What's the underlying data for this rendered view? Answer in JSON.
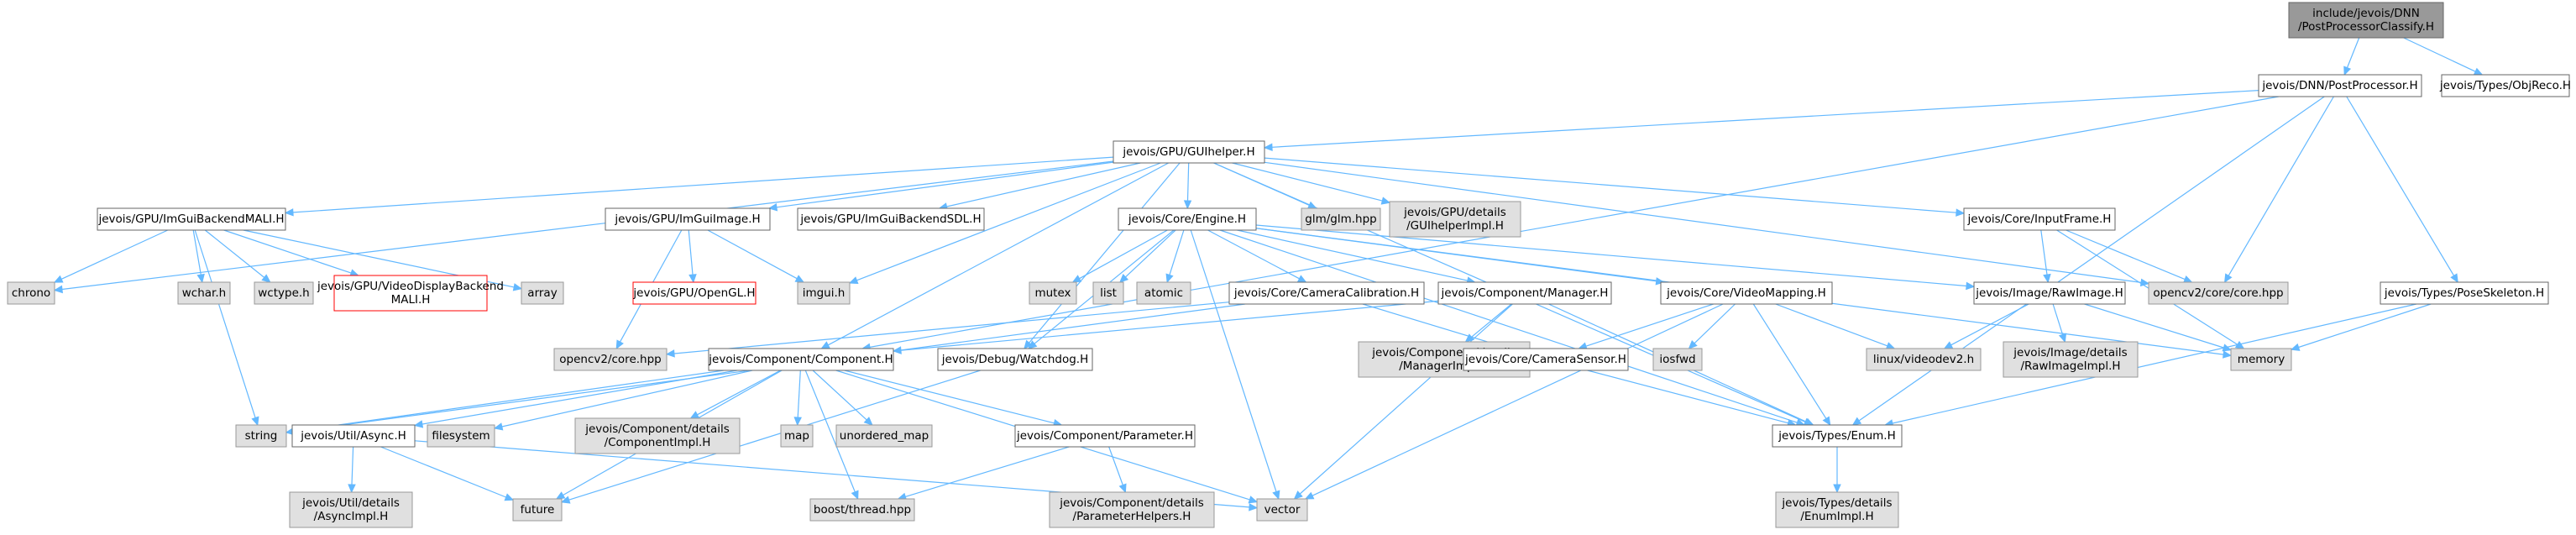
{
  "nodes": [
    {
      "id": "root",
      "lines": [
        "include/jevois/DNN",
        "/PostProcessorClassify.H"
      ],
      "kind": "root"
    },
    {
      "id": "postproc",
      "lines": [
        "jevois/DNN/PostProcessor.H"
      ],
      "kind": "plain"
    },
    {
      "id": "objreco",
      "lines": [
        "jevois/Types/ObjReco.H"
      ],
      "kind": "plain"
    },
    {
      "id": "guihelper",
      "lines": [
        "jevois/GPU/GUIhelper.H"
      ],
      "kind": "plain"
    },
    {
      "id": "imguimali",
      "lines": [
        "jevois/GPU/ImGuiBackendMALI.H"
      ],
      "kind": "plain"
    },
    {
      "id": "imguiimage",
      "lines": [
        "jevois/GPU/ImGuiImage.H"
      ],
      "kind": "plain"
    },
    {
      "id": "imguisdl",
      "lines": [
        "jevois/GPU/ImGuiBackendSDL.H"
      ],
      "kind": "plain"
    },
    {
      "id": "engine",
      "lines": [
        "jevois/Core/Engine.H"
      ],
      "kind": "plain"
    },
    {
      "id": "glm",
      "lines": [
        "glm/glm.hpp"
      ],
      "kind": "ext"
    },
    {
      "id": "guiimpl",
      "lines": [
        "jevois/GPU/details",
        "/GUIhelperImpl.H"
      ],
      "kind": "ext"
    },
    {
      "id": "inputframe",
      "lines": [
        "jevois/Core/InputFrame.H"
      ],
      "kind": "plain"
    },
    {
      "id": "chrono",
      "lines": [
        "chrono"
      ],
      "kind": "ext"
    },
    {
      "id": "wchar",
      "lines": [
        "wchar.h"
      ],
      "kind": "ext"
    },
    {
      "id": "wctype",
      "lines": [
        "wctype.h"
      ],
      "kind": "ext"
    },
    {
      "id": "vdbmali",
      "lines": [
        "jevois/GPU/VideoDisplayBackend",
        "MALI.H"
      ],
      "kind": "missing"
    },
    {
      "id": "array",
      "lines": [
        "array"
      ],
      "kind": "ext"
    },
    {
      "id": "opengl",
      "lines": [
        "jevois/GPU/OpenGL.H"
      ],
      "kind": "missing"
    },
    {
      "id": "imguih",
      "lines": [
        "imgui.h"
      ],
      "kind": "ext"
    },
    {
      "id": "mutex",
      "lines": [
        "mutex"
      ],
      "kind": "ext"
    },
    {
      "id": "list",
      "lines": [
        "list"
      ],
      "kind": "ext"
    },
    {
      "id": "atomic",
      "lines": [
        "atomic"
      ],
      "kind": "ext"
    },
    {
      "id": "camcalib",
      "lines": [
        "jevois/Core/CameraCalibration.H"
      ],
      "kind": "plain"
    },
    {
      "id": "manager",
      "lines": [
        "jevois/Component/Manager.H"
      ],
      "kind": "plain"
    },
    {
      "id": "videomap",
      "lines": [
        "jevois/Core/VideoMapping.H"
      ],
      "kind": "plain"
    },
    {
      "id": "rawimage",
      "lines": [
        "jevois/Image/RawImage.H"
      ],
      "kind": "plain"
    },
    {
      "id": "cvcore",
      "lines": [
        "opencv2/core/core.hpp"
      ],
      "kind": "ext"
    },
    {
      "id": "poseskel",
      "lines": [
        "jevois/Types/PoseSkeleton.H"
      ],
      "kind": "plain"
    },
    {
      "id": "cvcorehpp",
      "lines": [
        "opencv2/core.hpp"
      ],
      "kind": "ext"
    },
    {
      "id": "component",
      "lines": [
        "jevois/Component/Component.H"
      ],
      "kind": "plain"
    },
    {
      "id": "watchdog",
      "lines": [
        "jevois/Debug/Watchdog.H"
      ],
      "kind": "plain"
    },
    {
      "id": "managerimpl",
      "lines": [
        "jevois/Component/details",
        "/ManagerImpl.H"
      ],
      "kind": "ext"
    },
    {
      "id": "camsensor",
      "lines": [
        "jevois/Core/CameraSensor.H"
      ],
      "kind": "plain"
    },
    {
      "id": "iosfwd",
      "lines": [
        "iosfwd"
      ],
      "kind": "ext"
    },
    {
      "id": "videodev2",
      "lines": [
        "linux/videodev2.h"
      ],
      "kind": "ext"
    },
    {
      "id": "rawimpl",
      "lines": [
        "jevois/Image/details",
        "/RawImageImpl.H"
      ],
      "kind": "ext"
    },
    {
      "id": "memory",
      "lines": [
        "memory"
      ],
      "kind": "ext"
    },
    {
      "id": "string",
      "lines": [
        "string"
      ],
      "kind": "ext"
    },
    {
      "id": "async",
      "lines": [
        "jevois/Util/Async.H"
      ],
      "kind": "plain"
    },
    {
      "id": "filesystem",
      "lines": [
        "filesystem"
      ],
      "kind": "ext"
    },
    {
      "id": "compimpl",
      "lines": [
        "jevois/Component/details",
        "/ComponentImpl.H"
      ],
      "kind": "ext"
    },
    {
      "id": "map",
      "lines": [
        "map"
      ],
      "kind": "ext"
    },
    {
      "id": "umap",
      "lines": [
        "unordered_map"
      ],
      "kind": "ext"
    },
    {
      "id": "parameter",
      "lines": [
        "jevois/Component/Parameter.H"
      ],
      "kind": "plain"
    },
    {
      "id": "enumh",
      "lines": [
        "jevois/Types/Enum.H"
      ],
      "kind": "plain"
    },
    {
      "id": "asyncimpl",
      "lines": [
        "jevois/Util/details",
        "/AsyncImpl.H"
      ],
      "kind": "ext"
    },
    {
      "id": "future",
      "lines": [
        "future"
      ],
      "kind": "ext"
    },
    {
      "id": "boostthread",
      "lines": [
        "boost/thread.hpp"
      ],
      "kind": "ext"
    },
    {
      "id": "paramhelpers",
      "lines": [
        "jevois/Component/details",
        "/ParameterHelpers.H"
      ],
      "kind": "ext"
    },
    {
      "id": "vector",
      "lines": [
        "vector"
      ],
      "kind": "ext"
    },
    {
      "id": "enumimpl",
      "lines": [
        "jevois/Types/details",
        "/EnumImpl.H"
      ],
      "kind": "ext"
    }
  ],
  "edges": [
    [
      "root",
      "postproc"
    ],
    [
      "root",
      "objreco"
    ],
    [
      "postproc",
      "guihelper"
    ],
    [
      "postproc",
      "cvcore"
    ],
    [
      "postproc",
      "poseskel"
    ],
    [
      "postproc",
      "component"
    ],
    [
      "postproc",
      "enumh"
    ],
    [
      "guihelper",
      "imguimali"
    ],
    [
      "guihelper",
      "imguiimage"
    ],
    [
      "guihelper",
      "imguisdl"
    ],
    [
      "guihelper",
      "engine"
    ],
    [
      "guihelper",
      "glm"
    ],
    [
      "guihelper",
      "guiimpl"
    ],
    [
      "guihelper",
      "inputframe"
    ],
    [
      "guihelper",
      "chrono"
    ],
    [
      "guihelper",
      "imguih"
    ],
    [
      "guihelper",
      "cvcore"
    ],
    [
      "guihelper",
      "enumh"
    ],
    [
      "guihelper",
      "component"
    ],
    [
      "guihelper",
      "watchdog"
    ],
    [
      "imguimali",
      "chrono"
    ],
    [
      "imguimali",
      "wchar"
    ],
    [
      "imguimali",
      "wctype"
    ],
    [
      "imguimali",
      "vdbmali"
    ],
    [
      "imguimali",
      "array"
    ],
    [
      "imguimali",
      "string"
    ],
    [
      "imguiimage",
      "opengl"
    ],
    [
      "imguiimage",
      "imguih"
    ],
    [
      "imguiimage",
      "cvcorehpp"
    ],
    [
      "engine",
      "mutex"
    ],
    [
      "engine",
      "list"
    ],
    [
      "engine",
      "atomic"
    ],
    [
      "engine",
      "camcalib"
    ],
    [
      "engine",
      "manager"
    ],
    [
      "engine",
      "videomap"
    ],
    [
      "engine",
      "rawimage"
    ],
    [
      "engine",
      "watchdog"
    ],
    [
      "engine",
      "vector"
    ],
    [
      "engine",
      "enumh"
    ],
    [
      "engine",
      "memory"
    ],
    [
      "inputframe",
      "rawimage"
    ],
    [
      "inputframe",
      "cvcore"
    ],
    [
      "inputframe",
      "memory"
    ],
    [
      "camcalib",
      "cvcorehpp"
    ],
    [
      "camcalib",
      "camsensor"
    ],
    [
      "camcalib",
      "string"
    ],
    [
      "manager",
      "component"
    ],
    [
      "manager",
      "managerimpl"
    ],
    [
      "manager",
      "vector"
    ],
    [
      "manager",
      "enumh"
    ],
    [
      "videomap",
      "camsensor"
    ],
    [
      "videomap",
      "iosfwd"
    ],
    [
      "videomap",
      "videodev2"
    ],
    [
      "videomap",
      "vector"
    ],
    [
      "videomap",
      "enumh"
    ],
    [
      "rawimage",
      "videodev2"
    ],
    [
      "rawimage",
      "rawimpl"
    ],
    [
      "rawimage",
      "memory"
    ],
    [
      "poseskel",
      "memory"
    ],
    [
      "poseskel",
      "enumh"
    ],
    [
      "component",
      "string"
    ],
    [
      "component",
      "async"
    ],
    [
      "component",
      "filesystem"
    ],
    [
      "component",
      "compimpl"
    ],
    [
      "component",
      "map"
    ],
    [
      "component",
      "umap"
    ],
    [
      "component",
      "parameter"
    ],
    [
      "component",
      "boostthread"
    ],
    [
      "component",
      "vector"
    ],
    [
      "component",
      "future"
    ],
    [
      "watchdog",
      "future"
    ],
    [
      "camsensor",
      "enumh"
    ],
    [
      "async",
      "asyncimpl"
    ],
    [
      "async",
      "future"
    ],
    [
      "async",
      "vector"
    ],
    [
      "parameter",
      "boostthread"
    ],
    [
      "parameter",
      "paramhelpers"
    ],
    [
      "enumh",
      "enumimpl"
    ]
  ],
  "colors": {
    "edge": "#63b8ff",
    "root_fill": "#999999",
    "ext_fill": "#e0e0e0",
    "missing_border": "#ff0000"
  }
}
